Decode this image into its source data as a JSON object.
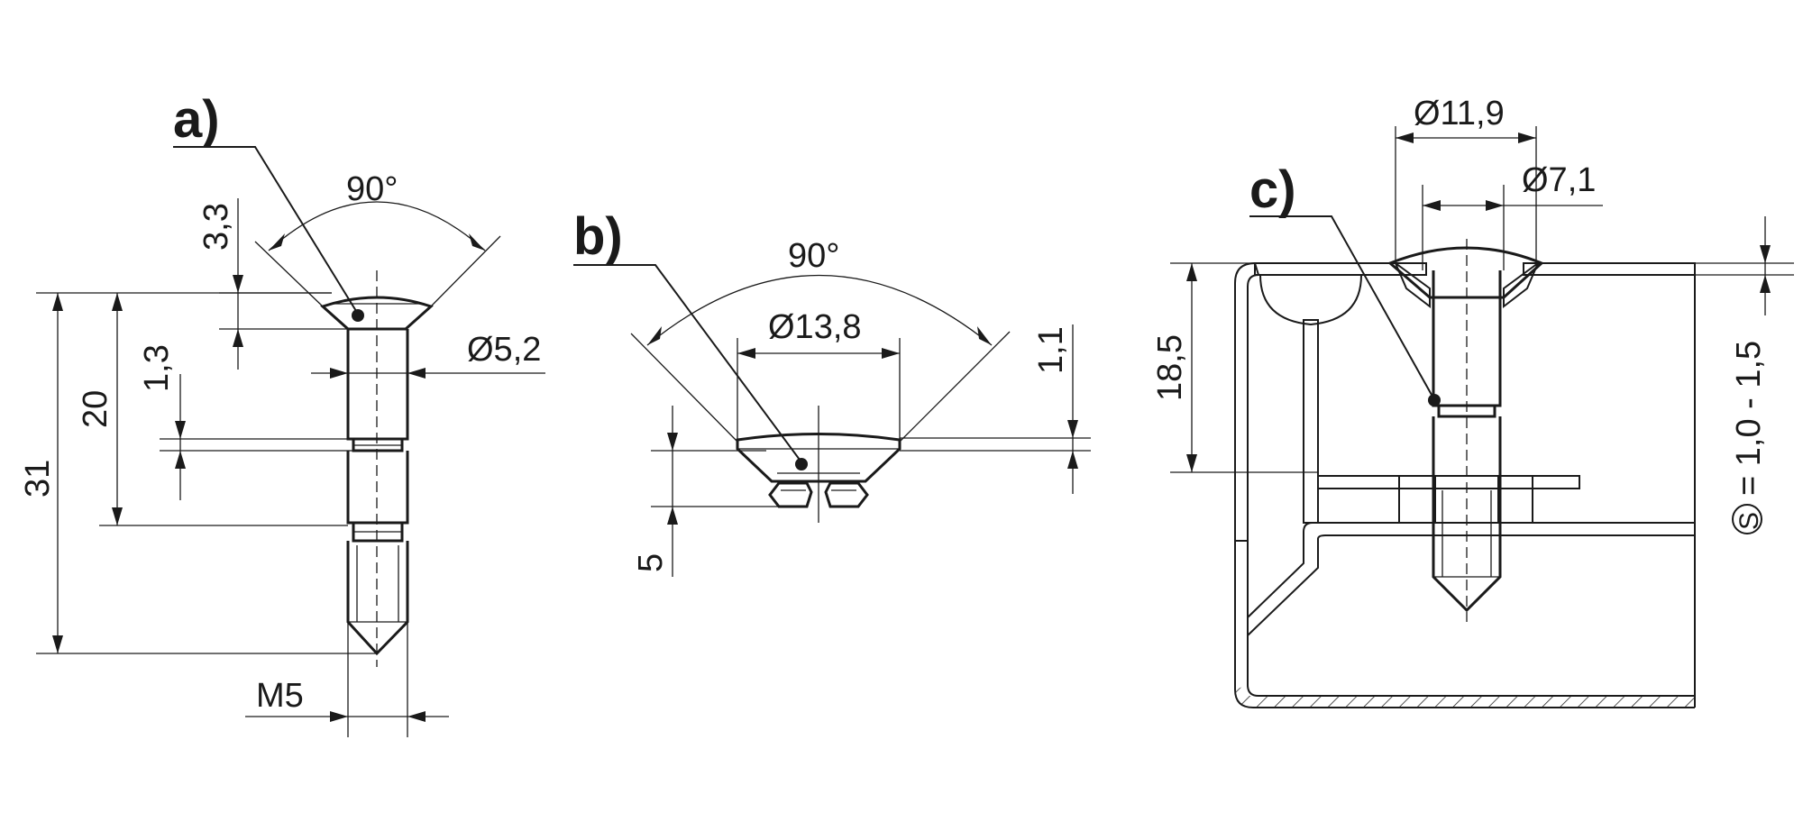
{
  "views": {
    "a": {
      "label": "a)",
      "angle": "90°",
      "dim_head": "3,3",
      "dim_groove": "1,3",
      "dim_shank_diameter": "Ø5,2",
      "dim_length_20": "20",
      "dim_length_31": "31",
      "dim_thread": "M5"
    },
    "b": {
      "label": "b)",
      "angle": "90°",
      "dim_diameter": "Ø13,8",
      "dim_thickness": "1,1",
      "dim_height": "5"
    },
    "c": {
      "label": "c)",
      "dim_outer_diameter": "Ø11,9",
      "dim_inner_diameter": "Ø7,1",
      "dim_depth": "18,5",
      "sheet_symbol": "S",
      "dim_sheet_thickness": "= 1,0 - 1,5"
    }
  }
}
